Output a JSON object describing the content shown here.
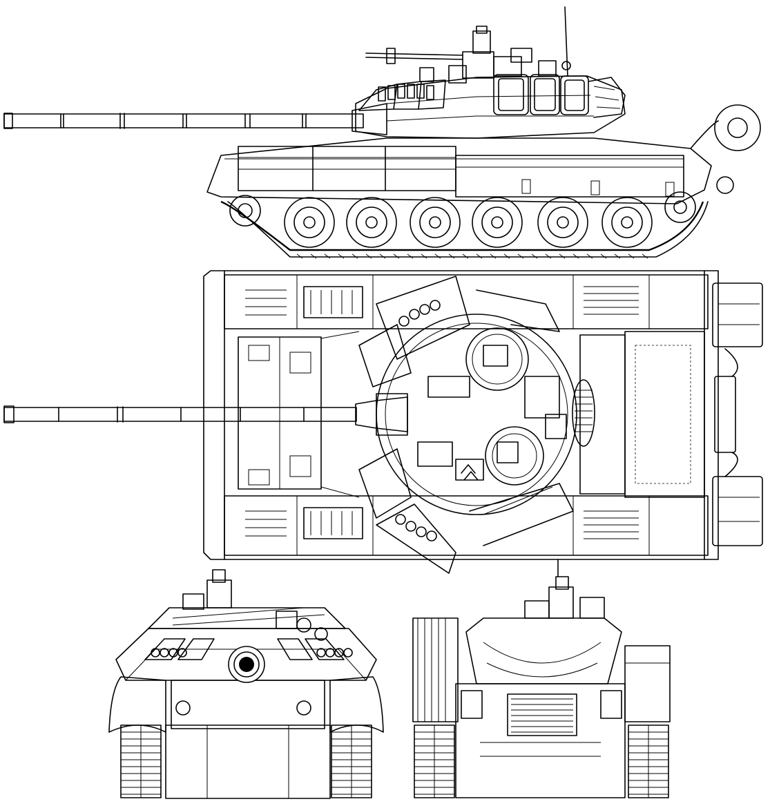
{
  "drawing": {
    "subject": "main-battle-tank",
    "views": [
      {
        "id": "side",
        "label": ""
      },
      {
        "id": "top",
        "label": ""
      },
      {
        "id": "front",
        "label": ""
      },
      {
        "id": "rear",
        "label": ""
      }
    ]
  },
  "colors": {
    "line": "#000000",
    "background": "#ffffff"
  }
}
